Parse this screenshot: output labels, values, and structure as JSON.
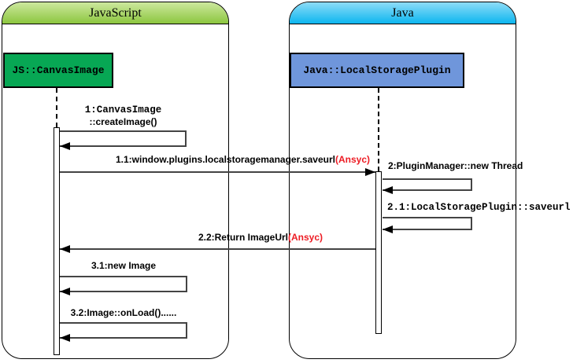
{
  "frames": [
    {
      "title": "JavaScript"
    },
    {
      "title": "Java"
    }
  ],
  "objects": [
    {
      "label": "JS::CanvasImage"
    },
    {
      "label": "Java::LocalStoragePlugin"
    }
  ],
  "messages": [
    {
      "number": "1",
      "lines": [
        "1:CanvasImage",
        "::createImage()"
      ]
    },
    {
      "number": "1.1",
      "text": "1.1:window.plugins.localstoragemanager.saveurl",
      "annotation": "(Ansyc)"
    },
    {
      "number": "2",
      "text": "2:PluginManager::new Thread"
    },
    {
      "number": "2.1",
      "text": "2.1:LocalStoragePlugin::saveurl"
    },
    {
      "number": "2.2",
      "text": "2.2:Return ImageUrl",
      "annotation": "(Ansyc)"
    },
    {
      "number": "3.1",
      "text": "3.1:new Image"
    },
    {
      "number": "3.2",
      "text": "3.2:Image::onLoad()......"
    }
  ],
  "colors": {
    "frame_js_header_top": "#cde89e",
    "frame_js_header_bottom": "#8cc63f",
    "frame_java_header_top": "#8edcf8",
    "frame_java_header_bottom": "#0cb6ef",
    "object_js_fill": "#07a754",
    "object_java_fill": "#6f96db",
    "annotation_text": "#ed1c24",
    "message_line": "#444444"
  }
}
